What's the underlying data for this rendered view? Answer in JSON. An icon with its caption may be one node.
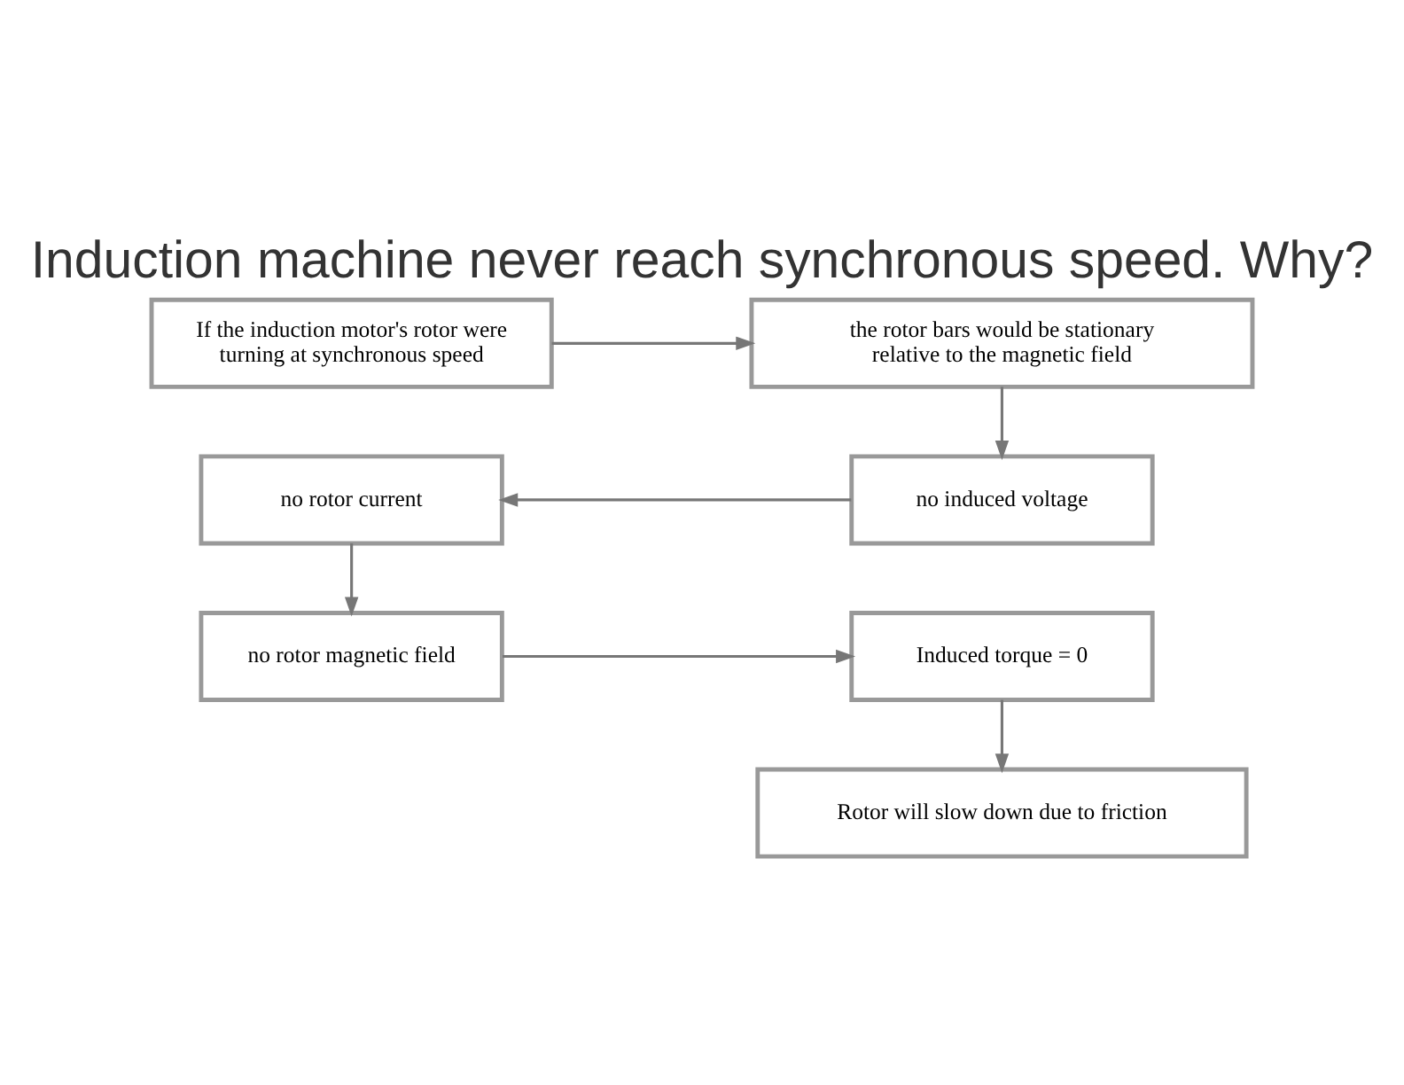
{
  "diagram": {
    "title": "Induction machine never reach synchronous speed. Why?",
    "nodes": [
      {
        "text": [
          "If the induction motor's rotor were turning at synchronous speed"
        ]
      },
      {
        "text": [
          "the rotor bars would be stationary relative to the magnetic field"
        ]
      },
      {
        "text": [
          "no induced voltage"
        ]
      },
      {
        "text": [
          "no rotor current"
        ]
      },
      {
        "text": [
          "no rotor magnetic field"
        ]
      },
      {
        "text": [
          "Induced torque = 0"
        ]
      },
      {
        "text": [
          "Rotor will slow down due to friction"
        ]
      }
    ],
    "edges": [
      {
        "from": 0,
        "to": 1,
        "arrow": "to"
      },
      {
        "from": 1,
        "to": 2,
        "arrow": "to"
      },
      {
        "from": 2,
        "to": 3,
        "arrow": "to"
      },
      {
        "from": 3,
        "to": 4,
        "arrow": "to"
      },
      {
        "from": 4,
        "to": 5,
        "arrow": "to"
      },
      {
        "from": 5,
        "to": 6,
        "arrow": "to"
      }
    ]
  }
}
